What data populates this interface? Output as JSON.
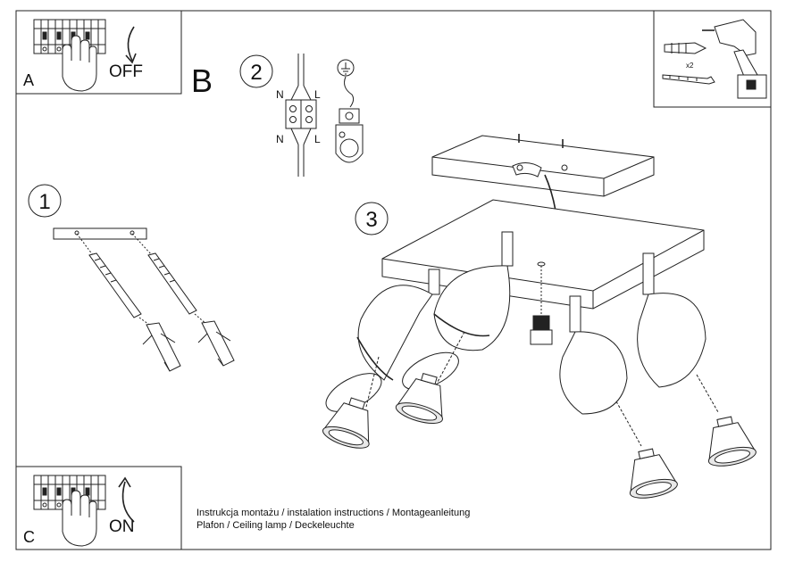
{
  "panel_a": {
    "letter": "A",
    "caption": "OFF"
  },
  "panel_c": {
    "letter": "C",
    "caption": "ON"
  },
  "section_b": {
    "letter": "B"
  },
  "step_numbers": [
    "1",
    "2",
    "3"
  ],
  "wiring": {
    "neutral": "N",
    "live": "L"
  },
  "tools_box": {
    "quantity": "x2"
  },
  "footer": {
    "line1": "Instrukcja montażu / instalation instructions / Montageanleitung",
    "line2": "Plafon / Ceiling lamp / Deckeleuchte"
  }
}
